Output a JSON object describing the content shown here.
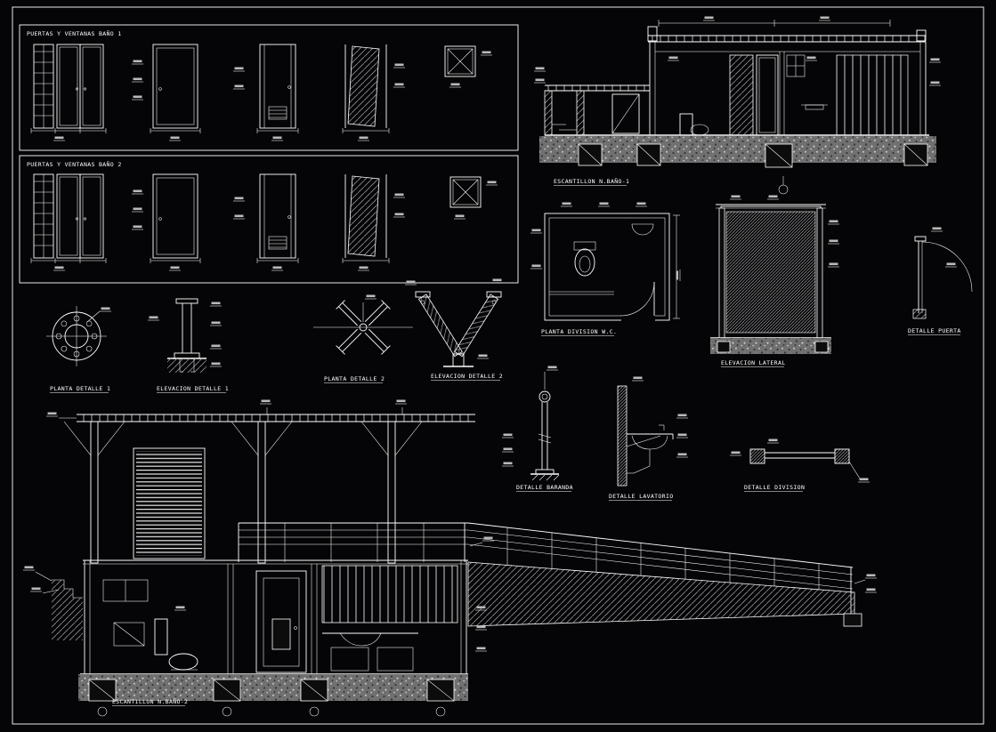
{
  "sheet": {
    "background_color": "#050507",
    "line_color": "#ffffff",
    "hatch_color": "#8f8f8f",
    "ground_color": "#707070"
  },
  "labels": {
    "panel1_title": "PUERTAS Y VENTANAS BAÑO 1",
    "panel2_title": "PUERTAS Y VENTANAS BAÑO 2",
    "escantillon1": "ESCANTILLON N.BAÑO-1",
    "planta_wc": "PLANTA DIVISION W.C.",
    "elevacion_lateral": "ELEVACION LATERAL",
    "detalle_puerta": "DETALLE PUERTA",
    "planta_detalle_1": "PLANTA DETALLE 1",
    "elevacion_detalle_1": "ELEVACION DETALLE 1",
    "planta_detalle_2": "PLANTA DETALLE 2",
    "elevacion_detalle_2": "ELEVACION DETALLE 2",
    "detalle_baranda": "DETALLE BARANDA",
    "detalle_lavatorio": "DETALLE LAVATORIO",
    "detalle_division": "DETALLE DIVISION",
    "escantillon2": "ESCANTILLON N.BAÑO-2"
  }
}
